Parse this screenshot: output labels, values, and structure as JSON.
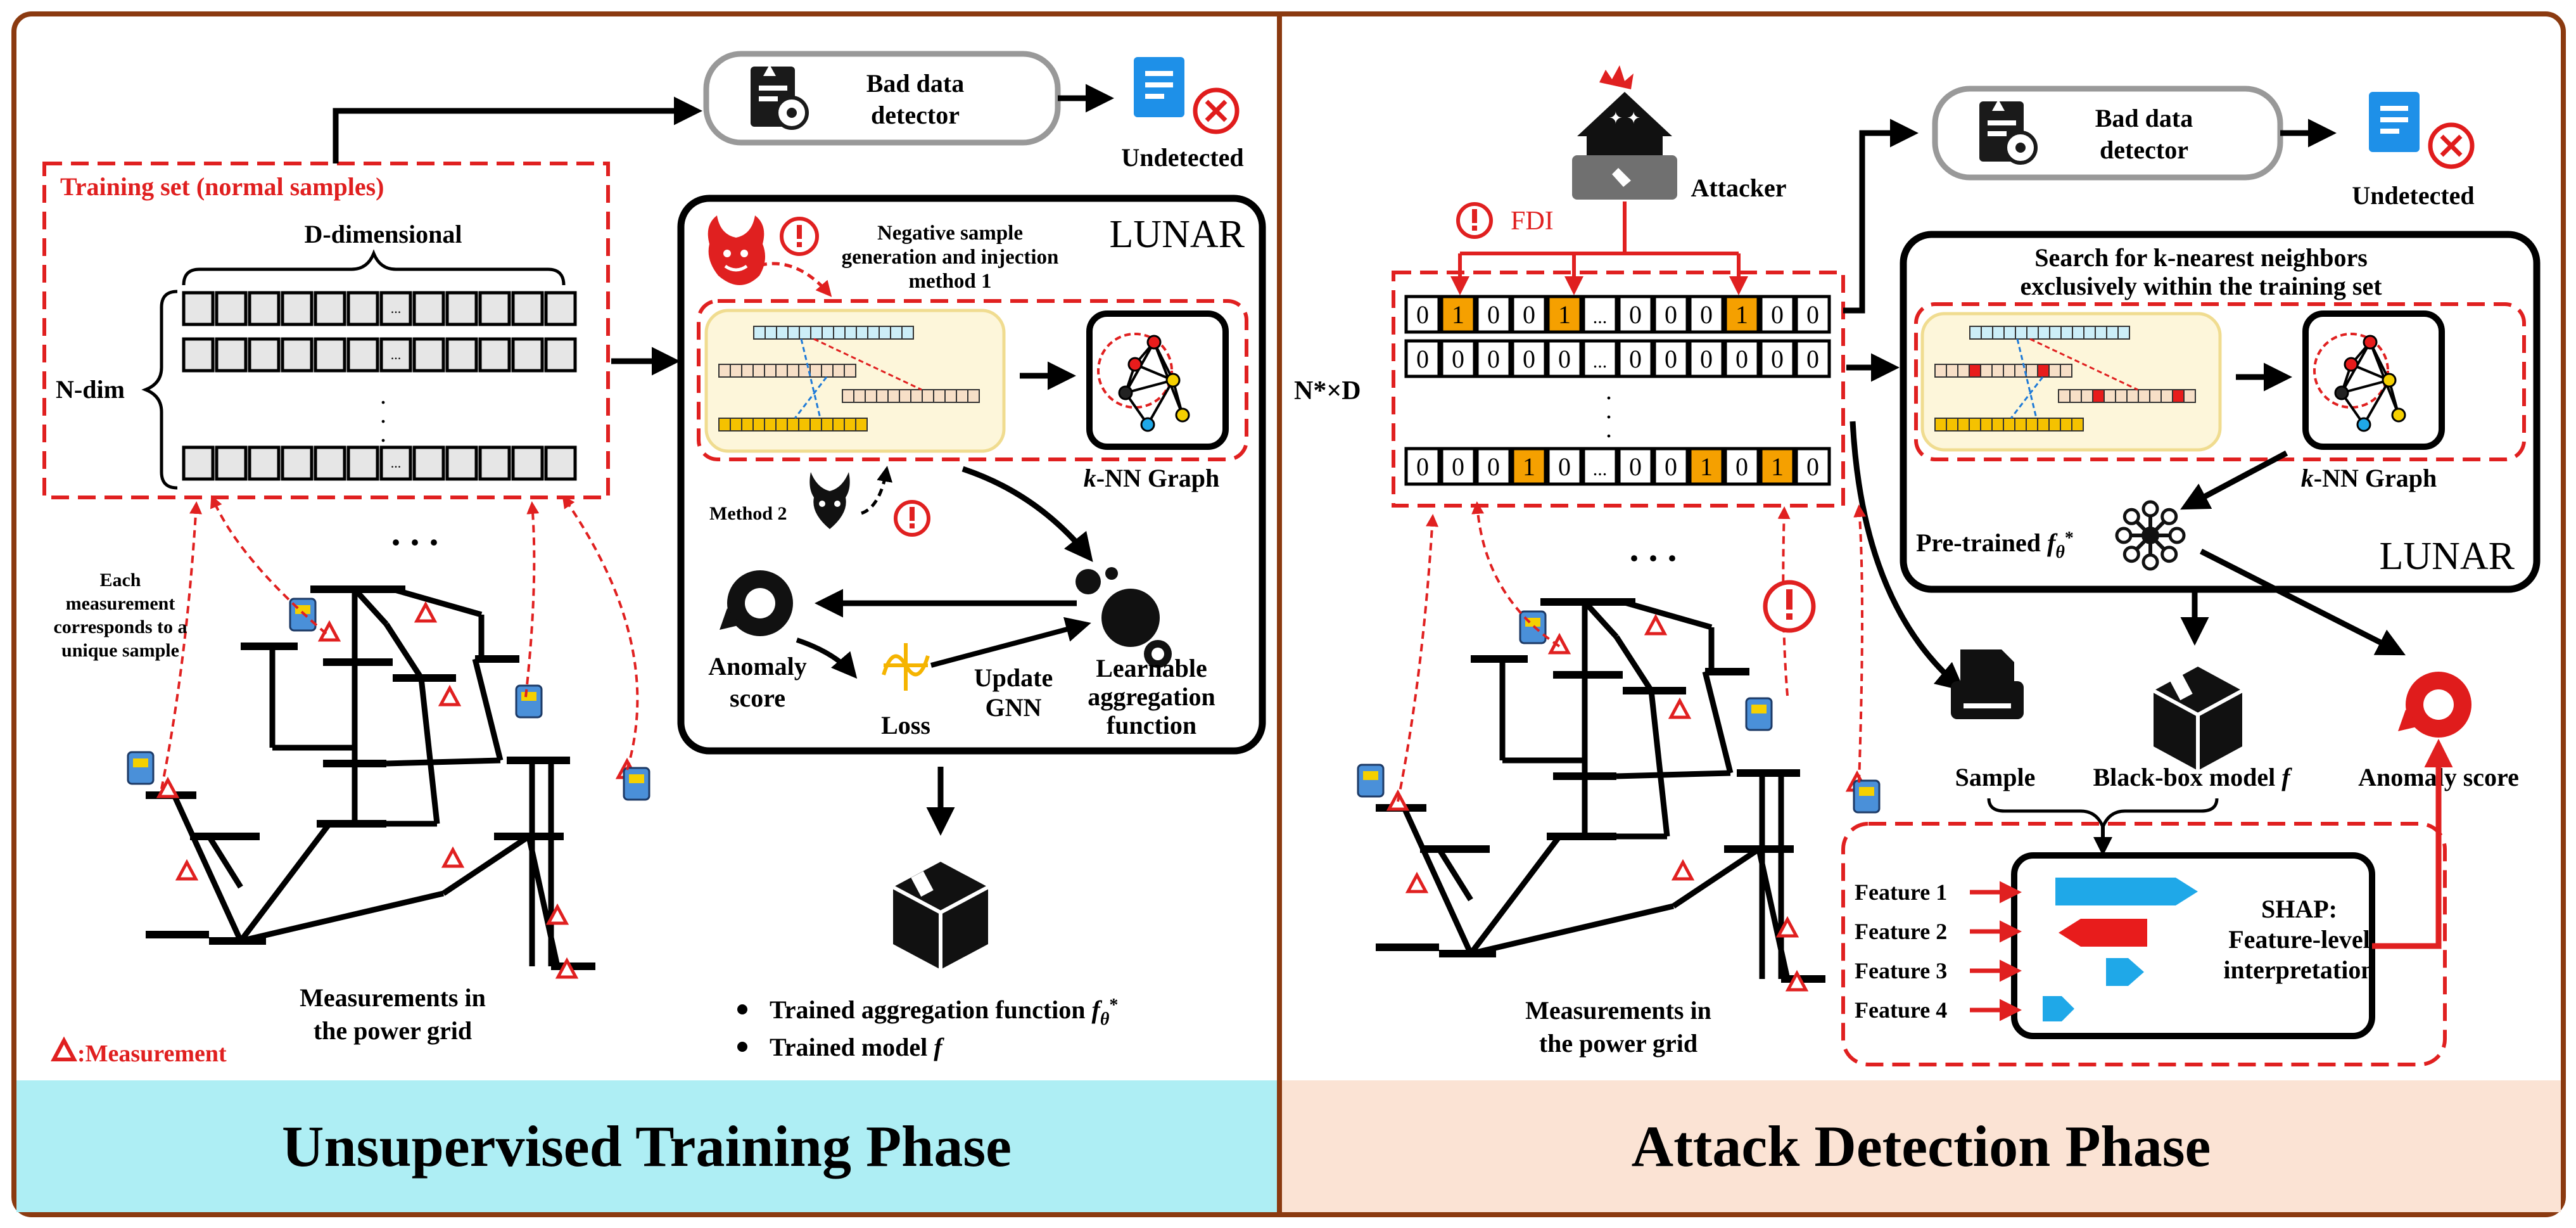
{
  "left_panel": {
    "bad_data_detector": "Bad data detector",
    "bad_data_detector_lines": [
      "Bad data",
      "detector"
    ],
    "undetected": "Undetected",
    "training_set": "Training set (normal samples)",
    "d_dimensional": "D-dimensional",
    "n_dim": "N-dim",
    "cell_ellipsis": "...",
    "vertical_dots": ".",
    "lunar_title": "LUNAR",
    "negative_sample": "Negative sample generation and injection method 1",
    "negative_sample_lines": [
      "Negative sample",
      "generation and injection",
      "method 1"
    ],
    "knn_graph_k": "k",
    "knn_graph_rest": "-NN Graph",
    "method2": "Method 2",
    "anomaly_score": "Anomaly score",
    "anomaly_score_lines": [
      "Anomaly",
      "score"
    ],
    "loss": "Loss",
    "update_gnn": "Update GNN",
    "update_gnn_lines": [
      "Update",
      "GNN"
    ],
    "learnable": "Learnable aggregation function",
    "learnable_lines": [
      "Learnable",
      "aggregation",
      "function"
    ],
    "each_measurement": "Each measurement corresponds to a unique sample",
    "each_measurement_lines": [
      "Each",
      "measurement",
      "corresponds to a",
      "unique sample"
    ],
    "dots": ". . .",
    "measurements_lines": [
      "Measurements in",
      "the power grid"
    ],
    "measurement_legend": ":Measurement",
    "bullet1_text": "Trained aggregation function ",
    "bullet1_sym": "f",
    "bullet1_sub": "θ",
    "bullet1_sup": "*",
    "bullet2_text": "Trained model ",
    "bullet2_sym": "f",
    "phase_title": "Unsupervised Training Phase"
  },
  "right_panel": {
    "attacker": "Attacker",
    "fdi": "FDI",
    "nd": "N*×D",
    "bad_data_detector_lines": [
      "Bad data",
      "detector"
    ],
    "undetected": "Undetected",
    "search_lines": [
      "Search for k-nearest neighbors",
      "exclusively within the training set"
    ],
    "knn_graph_k": "k",
    "knn_graph_rest": "-NN Graph",
    "pretrained": "Pre-trained ",
    "pretrained_sym": "f",
    "pretrained_sub": "θ",
    "pretrained_sup": "*",
    "lunar_title": "LUNAR",
    "sample": "Sample",
    "blackbox": "Black-box model ",
    "blackbox_sym": "f",
    "anomaly_score": "Anomaly score",
    "features": [
      "Feature 1",
      "Feature 2",
      "Feature 3",
      "Feature 4"
    ],
    "shap_lines": [
      "SHAP:",
      "Feature-level",
      "interpretation"
    ],
    "measurements_lines": [
      "Measurements in",
      "the power grid"
    ],
    "row1": [
      "0",
      "1",
      "0",
      "0",
      "1",
      "...",
      "0",
      "0",
      "0",
      "1",
      "0",
      "0"
    ],
    "row2": [
      "0",
      "0",
      "0",
      "0",
      "0",
      "...",
      "0",
      "0",
      "0",
      "0",
      "0",
      "0"
    ],
    "row3": [
      "0",
      "0",
      "0",
      "1",
      "0",
      "...",
      "0",
      "0",
      "1",
      "0",
      "1",
      "0"
    ],
    "phase_title": "Attack Detection Phase"
  },
  "colors": {
    "frame": "#8b3a10",
    "dashed_red": "#e02020",
    "left_band": "#aeeef4",
    "right_band": "#fbe3d4",
    "highlight_cell": "#f5a000",
    "cell_fill": "#e6e6e6",
    "shap_blue": "#1fa8e8",
    "shap_red": "#e81c1c"
  }
}
